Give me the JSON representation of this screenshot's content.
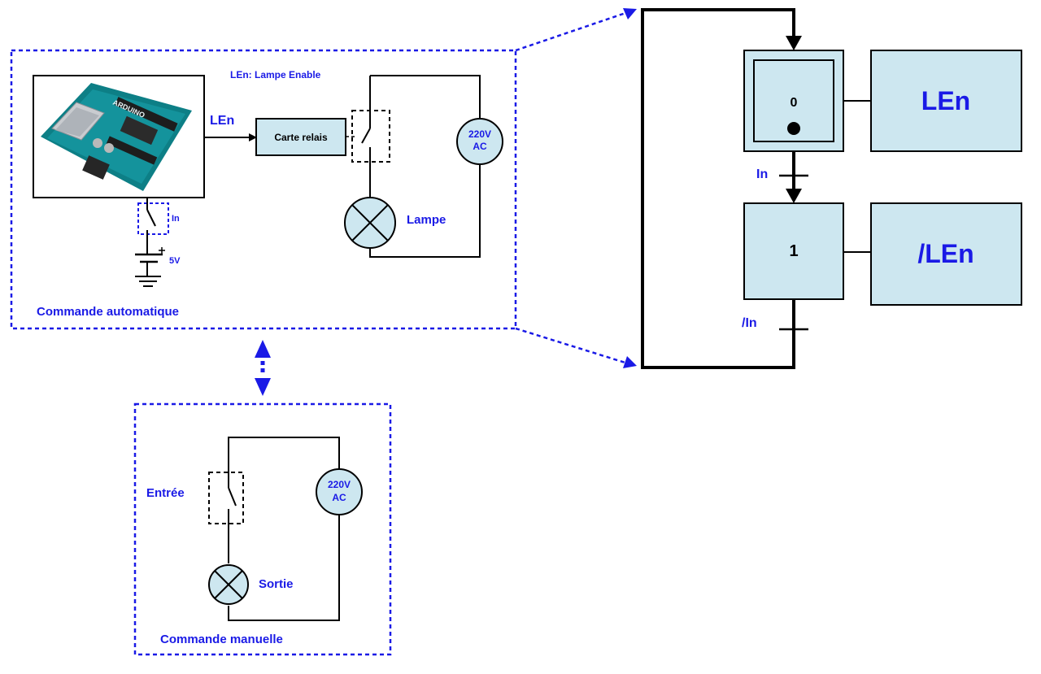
{
  "colors": {
    "label_blue": "#1a1ae6",
    "dash_blue": "#1a1ae6",
    "box_fill": "#cde7f0",
    "line": "#000000"
  },
  "automatic": {
    "title": "Commande automatique",
    "legend": "LEn: Lampe Enable",
    "signal_label": "LEn",
    "relay_label": "Carte relais",
    "source_line1": "220V",
    "source_line2": "AC",
    "lamp_label": "Lampe",
    "input_label": "In",
    "supply_label": "5V",
    "board_image": "arduino-board"
  },
  "manual": {
    "title": "Commande manuelle",
    "input_label": "Entrée",
    "source_line1": "220V",
    "source_line2": "AC",
    "output_label": "Sortie"
  },
  "grafcet": {
    "step0_number": "0",
    "step0_action": "LEn",
    "transition1_label": "In",
    "step1_number": "1",
    "step1_action": "/LEn",
    "transition2_label": "/In"
  }
}
